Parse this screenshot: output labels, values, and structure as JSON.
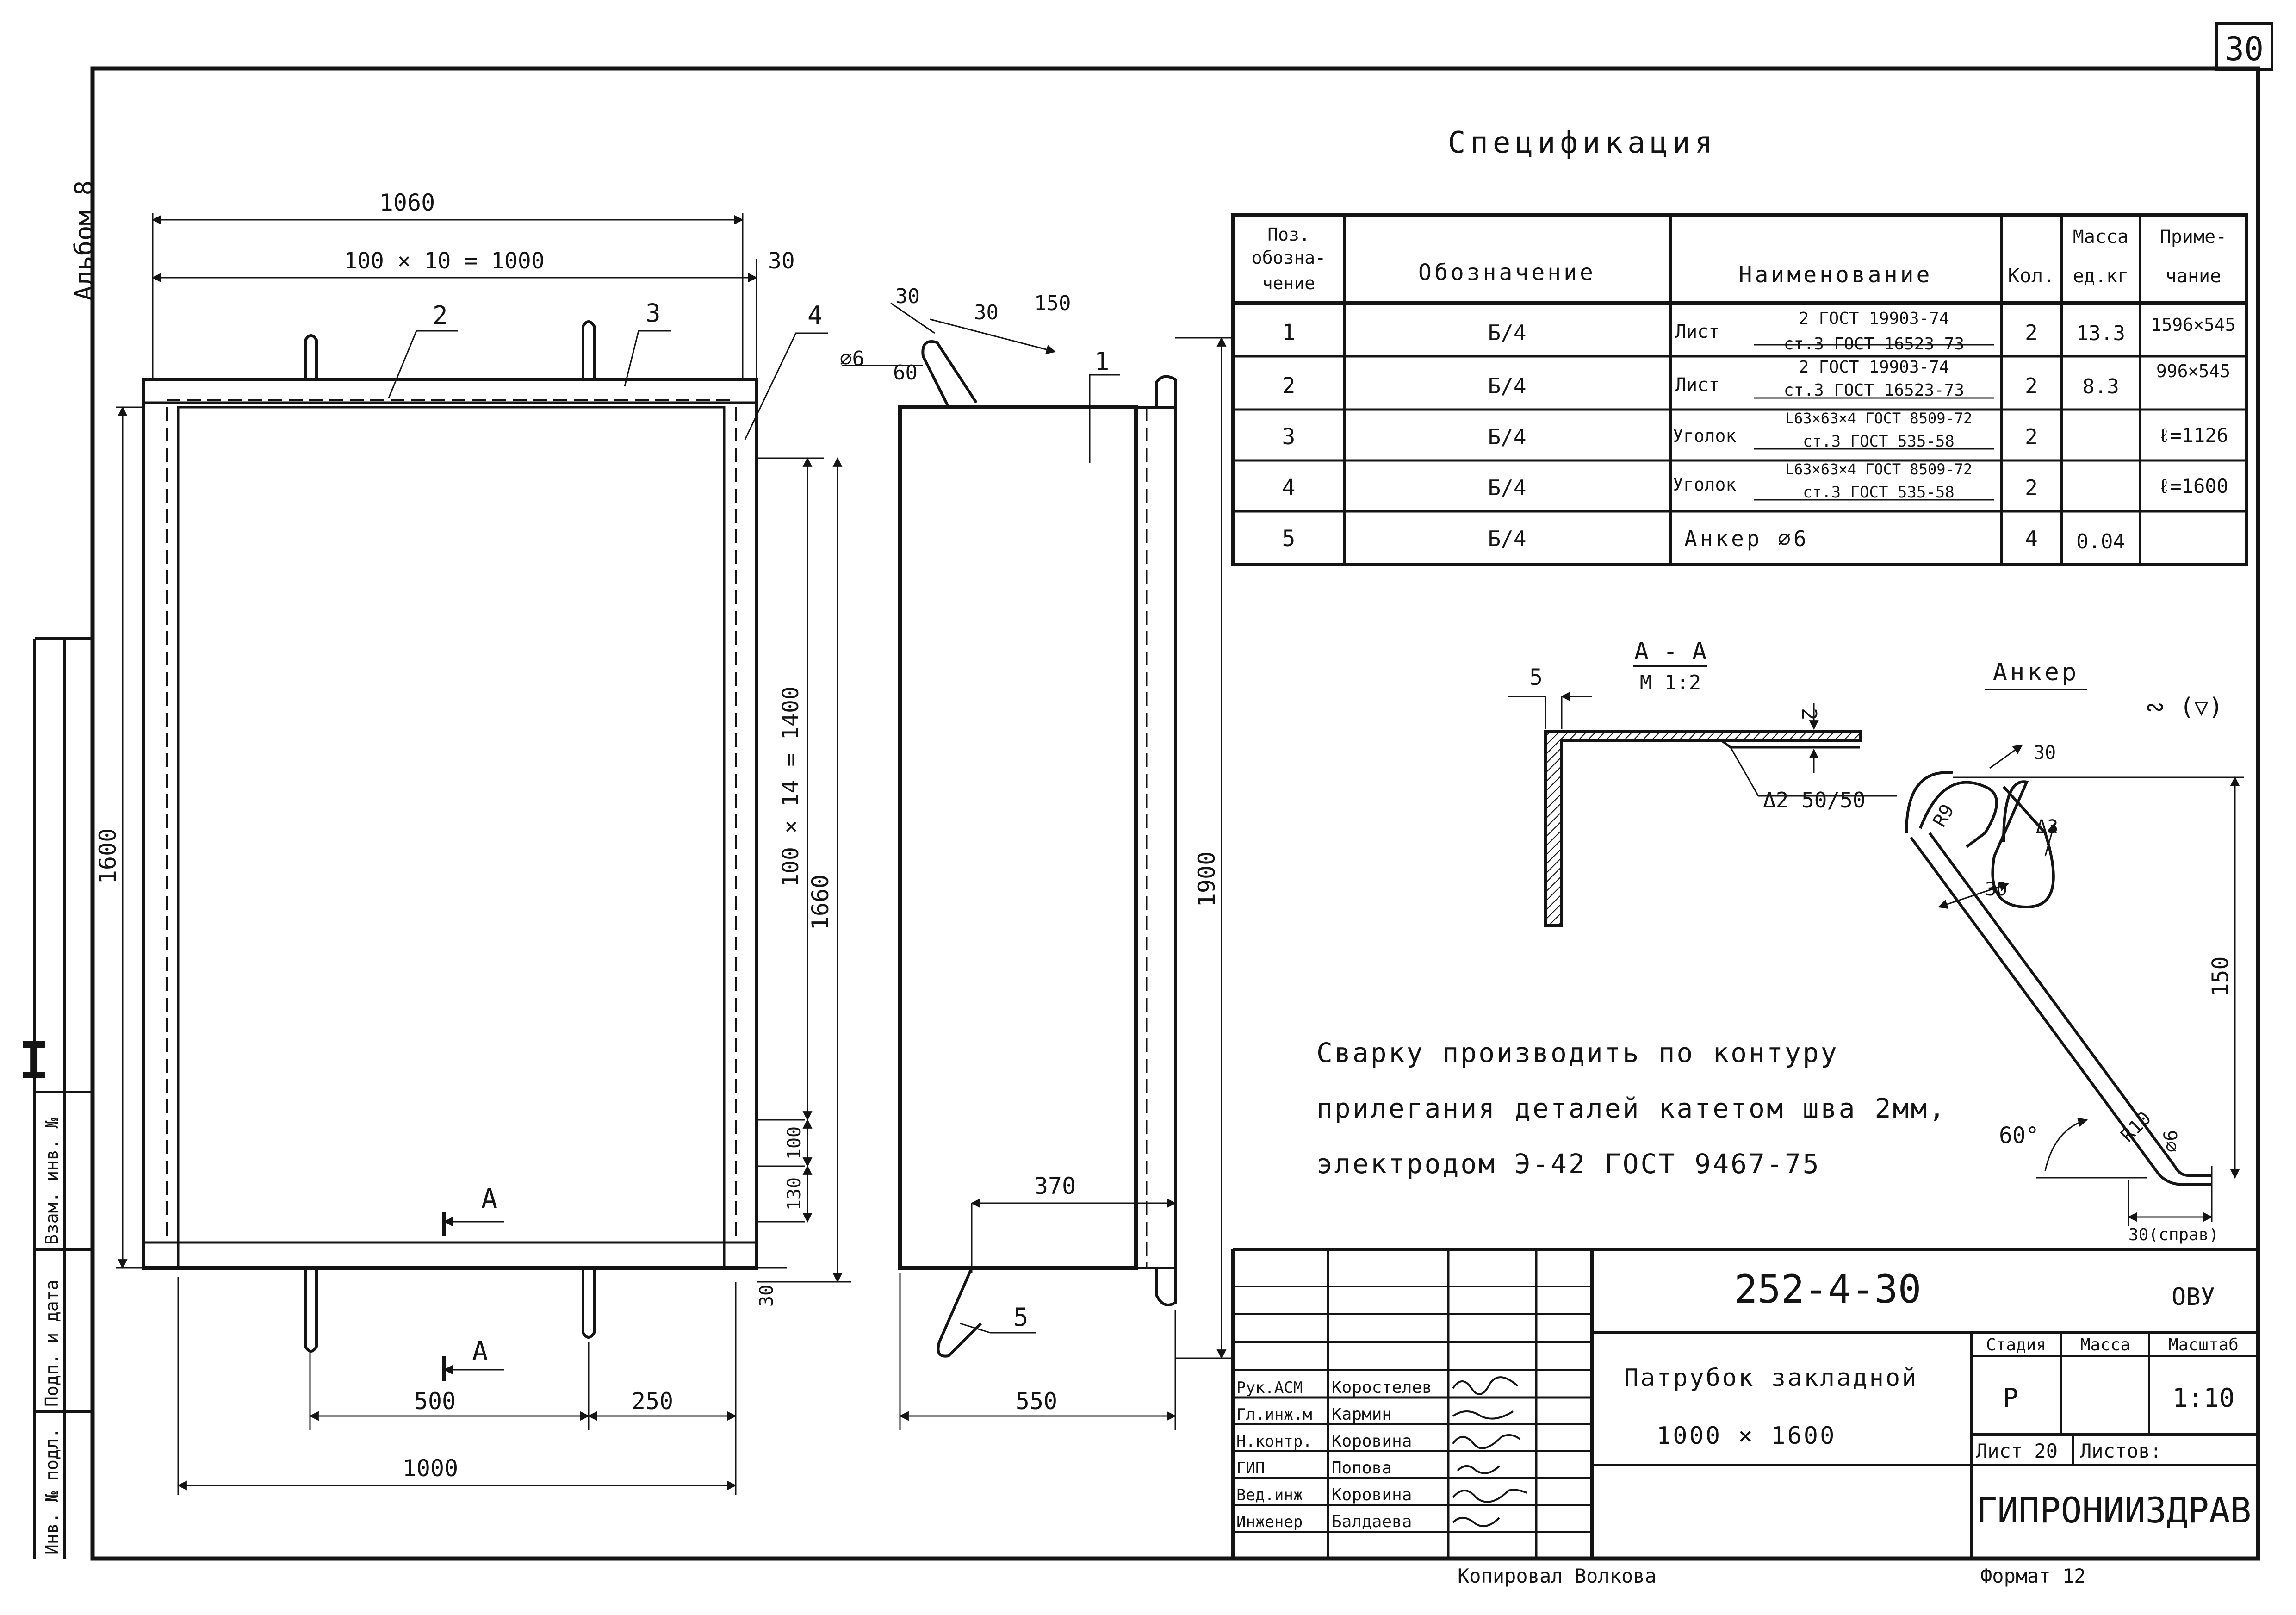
{
  "sheet_number": "30",
  "album_label": "Альбом 8",
  "spec": {
    "title": "Спецификация",
    "headers": {
      "pos": [
        "Поз.",
        "обозна-",
        "чение"
      ],
      "designation": "Обозначение",
      "name": "Наименование",
      "qty": "Кол.",
      "mass": [
        "Масса",
        "ед.кг"
      ],
      "note": [
        "Приме-",
        "чание"
      ]
    },
    "rows": [
      {
        "pos": "1",
        "designation": "Б/4",
        "name_main": "Лист",
        "name_top": "2 ГОСТ 19903-74",
        "name_bottom": "ст.3 ГОСТ 16523-73",
        "qty": "2",
        "mass": "13.3",
        "note": "1596×545"
      },
      {
        "pos": "2",
        "designation": "Б/4",
        "name_main": "Лист",
        "name_top": "2 ГОСТ 19903-74",
        "name_bottom": "ст.3 ГОСТ 16523-73",
        "qty": "2",
        "mass": "8.3",
        "note": "996×545"
      },
      {
        "pos": "3",
        "designation": "Б/4",
        "name_main": "Уголок",
        "name_top": "L63×63×4 ГОСТ 8509-72",
        "name_bottom": "ст.3 ГОСТ 535-58",
        "qty": "2",
        "mass": "",
        "note": "ℓ=1126"
      },
      {
        "pos": "4",
        "designation": "Б/4",
        "name_main": "Уголок",
        "name_top": "L63×63×4 ГОСТ 8509-72",
        "name_bottom": "ст.3 ГОСТ 535-58",
        "qty": "2",
        "mass": "",
        "note": "ℓ=1600"
      },
      {
        "pos": "5",
        "designation": "Б/4",
        "name_main": "Анкер ⌀6",
        "name_top": "",
        "name_bottom": "",
        "qty": "4",
        "mass": "0.04",
        "note": ""
      }
    ]
  },
  "front_view": {
    "dim_overall_width": "1060",
    "dim_pitch_horizontal": "100 × 10 = 1000",
    "dim_edge": "30",
    "dim_height": "1600",
    "dim_pitch_vertical": "100 × 14 = 1400",
    "dim_outer_height": "1660",
    "dim_100": "100",
    "dim_130": "130",
    "dim_bottom_edge": "30",
    "dim_500": "500",
    "dim_250": "250",
    "dim_1000": "1000",
    "callouts": [
      "2",
      "3",
      "4"
    ],
    "section_mark": "А"
  },
  "side_view": {
    "dim_30a": "30",
    "dim_30b": "30",
    "dim_150": "150",
    "dim_phi6": "⌀6",
    "dim_angle": "60",
    "dim_1900": "1900",
    "dim_370": "370",
    "dim_550": "550",
    "callout_1": "1",
    "callout_5": "5"
  },
  "section_aa": {
    "title": "А - А",
    "scale": "М 1:2",
    "dim_5": "5",
    "dim_2": "2",
    "weld": "Δ2 50/50"
  },
  "anchor": {
    "title": "Анкер",
    "finish": "∾ (▽)",
    "dim_30_top": "30",
    "dim_r9": "R9",
    "dim_d3": "Δ3",
    "dim_30_mid": "30",
    "dim_150": "150",
    "dim_angle": "60°",
    "dim_r10": "R10",
    "dim_phi6": "⌀6",
    "dim_30_right": "30(справ)"
  },
  "weld_note": [
    "Сварку производить по контуру",
    "прилегания деталей катетом шва 2мм,",
    "электродом Э-42 ГОСТ 9467-75"
  ],
  "left_stamp": {
    "marker": "I",
    "cells": [
      "Инв. № подл.",
      "Подп. и дата",
      "Взам. инв. №"
    ]
  },
  "title_block": {
    "doc_number": "252-4-30",
    "section_code": "ОВУ",
    "title_lines": [
      "Патрубок закладной",
      "1000 × 1600"
    ],
    "stage_label": "Стадия",
    "mass_label": "Масса",
    "scale_label": "Масштаб",
    "stage_value": "Р",
    "scale_value": "1:10",
    "sheet_label": "Лист 20",
    "sheets_label": "Листов:",
    "org": "ГИПРОНИИЗДРАВ",
    "people": [
      {
        "role": "Рук.АСМ",
        "name": "Коростелев"
      },
      {
        "role": "Гл.инж.м",
        "name": "Кармин"
      },
      {
        "role": "Н.контр.",
        "name": "Коровина"
      },
      {
        "role": "ГИП",
        "name": "Попова"
      },
      {
        "role": "Вед.инж",
        "name": "Коровина"
      },
      {
        "role": "Инженер",
        "name": "Балдаева"
      }
    ]
  },
  "copied_by": "Копировал Волкова",
  "format": "Формат 12"
}
